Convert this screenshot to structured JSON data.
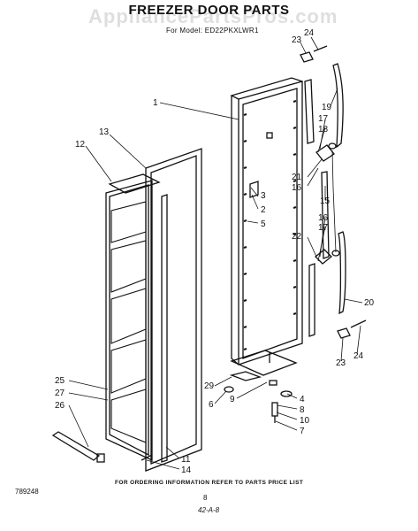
{
  "header": {
    "title": "FREEZER DOOR PARTS",
    "model_line": "For Model: ED22PKXLWR1",
    "watermark": "AppliancePartsPros.com"
  },
  "footer": {
    "ordering_note": "FOR ORDERING INFORMATION REFER TO PARTS PRICE LIST",
    "diagram_code": "789248",
    "page_number": "8",
    "reference": "42-A-8"
  },
  "callouts": {
    "c1": "1",
    "c2": "2",
    "c3": "3",
    "c4": "4",
    "c5": "5",
    "c6": "6",
    "c7": "7",
    "c8": "8",
    "c9": "9",
    "c10": "10",
    "c11": "11",
    "c12": "12",
    "c13": "13",
    "c14": "14",
    "c15": "15",
    "c16a": "16",
    "c16b": "16",
    "c17a": "17",
    "c17b": "17",
    "c18": "18",
    "c19": "19",
    "c20": "20",
    "c21": "21",
    "c22": "22",
    "c23a": "23",
    "c23b": "23",
    "c24a": "24",
    "c24b": "24",
    "c25": "25",
    "c26": "26",
    "c27": "27",
    "c29": "29"
  }
}
